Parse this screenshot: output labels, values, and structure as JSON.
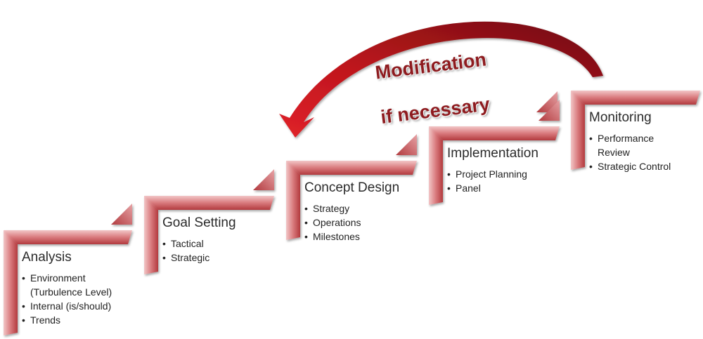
{
  "colors": {
    "step_light": "#f2c6c7",
    "step_mid": "#d97a7d",
    "step_dark": "#b23a3e",
    "arrow_light": "#e0222a",
    "arrow_dark": "#6e0d10",
    "note_text": "#8e1b1f"
  },
  "note": {
    "line1": "Modification",
    "line2": "if necessary"
  },
  "steps": [
    {
      "title": "Analysis",
      "items": [
        "Environment\n(Turbulence Level)",
        "Internal (is/should)",
        "Trends"
      ]
    },
    {
      "title": "Goal Setting",
      "items": [
        "Tactical",
        "Strategic"
      ]
    },
    {
      "title": "Concept Design",
      "items": [
        "Strategy",
        "Operations",
        "Milestones"
      ]
    },
    {
      "title": "Implementation",
      "items": [
        "Project Planning",
        "Panel"
      ]
    },
    {
      "title": "Monitoring",
      "items": [
        "Performance\nReview",
        "Strategic Control"
      ]
    }
  ]
}
